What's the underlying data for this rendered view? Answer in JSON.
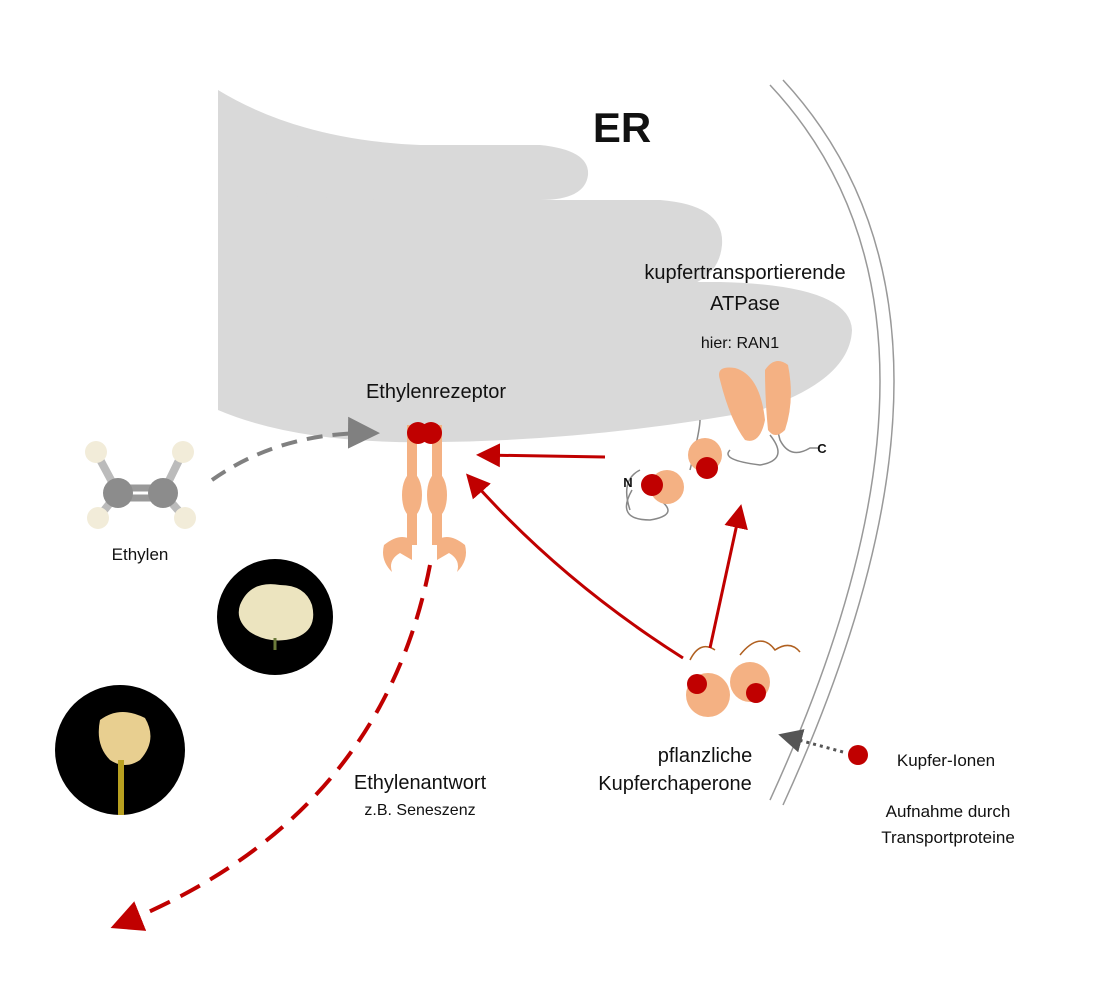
{
  "title": "ER",
  "labels": {
    "atpase_line1": "kupfertransportierende",
    "atpase_line2": "ATPase",
    "atpase_example": "hier: RAN1",
    "receptor": "Ethylenrezeptor",
    "ethylene": "Ethylen",
    "response_line1": "Ethylenantwort",
    "response_line2": "z.B. Seneszenz",
    "chaperone_line1": "pflanzliche",
    "chaperone_line2": "Kupferchaperone",
    "copper_ions": "Kupfer-Ionen",
    "uptake_line1": "Aufnahme durch",
    "uptake_line2": "Transportproteine",
    "n_terminus": "N",
    "c_terminus": "C"
  },
  "colors": {
    "er": "#d9d9d9",
    "protein": "#f4b183",
    "copper": "#c00000",
    "arrow_red": "#c00000",
    "arrow_grey": "#808080"
  }
}
